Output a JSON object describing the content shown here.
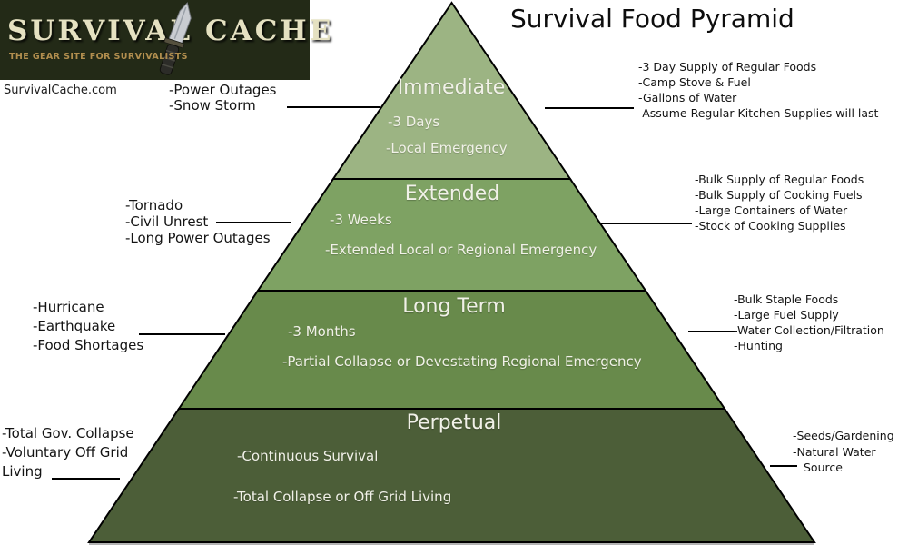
{
  "header": {
    "title": "Survival Food Pyramid",
    "site_url": "SurvivalCache.com"
  },
  "logo": {
    "brand_first": "SURVIVAL",
    "brand_second": "CACHE",
    "tagline": "THE GEAR SITE FOR SURVIVALISTS",
    "knife_icon": "knife-icon",
    "colors": {
      "background": "#232a17",
      "brand_text": "#e5e1c1",
      "tagline_text": "#b18e4e"
    }
  },
  "pyramid": {
    "stroke_color": "#000000",
    "label_color": "#f1f1e8",
    "tiers": [
      {
        "name": "Immediate",
        "color": "#9cb483",
        "details": [
          "-3 Days",
          "-Local Emergency"
        ]
      },
      {
        "name": "Extended",
        "color": "#7ea263",
        "details": [
          "-3 Weeks",
          "-Extended Local or Regional Emergency"
        ]
      },
      {
        "name": "Long Term",
        "color": "#688a4b",
        "details": [
          "-3 Months",
          "-Partial Collapse or Devestating Regional Emergency"
        ]
      },
      {
        "name": "Perpetual",
        "color": "#4c5e38",
        "details": [
          "-Continuous Survival",
          "-Total Collapse or Off Grid Living"
        ]
      }
    ]
  },
  "left_annotations": [
    {
      "lines": [
        "-Power Outages",
        "-Snow Storm"
      ]
    },
    {
      "lines": [
        "-Tornado",
        "-Civil Unrest",
        "-Long Power Outages"
      ]
    },
    {
      "lines": [
        "-Hurricane",
        "-Earthquake",
        "-Food Shortages"
      ]
    },
    {
      "lines": [
        "-Total Gov. Collapse",
        "-Voluntary Off Grid",
        "Living"
      ]
    }
  ],
  "right_annotations": [
    {
      "lines": [
        "-3 Day Supply of Regular Foods",
        "-Camp Stove & Fuel",
        "-Gallons of Water",
        "-Assume Regular Kitchen Supplies will last"
      ]
    },
    {
      "lines": [
        "-Bulk Supply of Regular Foods",
        "-Bulk Supply of Cooking Fuels",
        "-Large Containers of Water",
        "-Stock of Cooking Supplies"
      ]
    },
    {
      "lines": [
        "-Bulk Staple Foods",
        "-Large Fuel Supply",
        "-Water Collection/Filtration",
        "-Hunting"
      ]
    },
    {
      "lines": [
        "-Seeds/Gardening",
        "-Natural Water",
        "Source"
      ]
    }
  ]
}
